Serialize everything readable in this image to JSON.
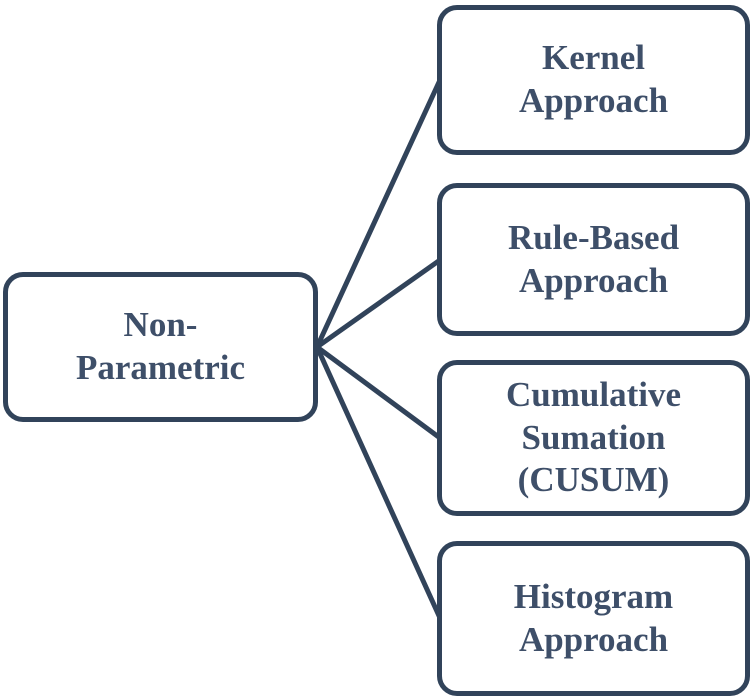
{
  "diagram": {
    "root": {
      "id": "non-parametric",
      "label": "Non-\nParametric"
    },
    "children": [
      {
        "id": "kernel-approach",
        "label": "Kernel\nApproach"
      },
      {
        "id": "rule-based-approach",
        "label": "Rule-Based\nApproach"
      },
      {
        "id": "cusum",
        "label": "Cumulative\nSumation\n(CUSUM)"
      },
      {
        "id": "histogram-approach",
        "label": "Histogram\nApproach"
      }
    ],
    "edges": [
      {
        "from": "non-parametric",
        "to": "kernel-approach"
      },
      {
        "from": "non-parametric",
        "to": "rule-based-approach"
      },
      {
        "from": "non-parametric",
        "to": "cusum"
      },
      {
        "from": "non-parametric",
        "to": "histogram-approach"
      }
    ]
  },
  "colors": {
    "accent": "#31435a",
    "text": "#3e4f69",
    "background": "#ffffff"
  }
}
